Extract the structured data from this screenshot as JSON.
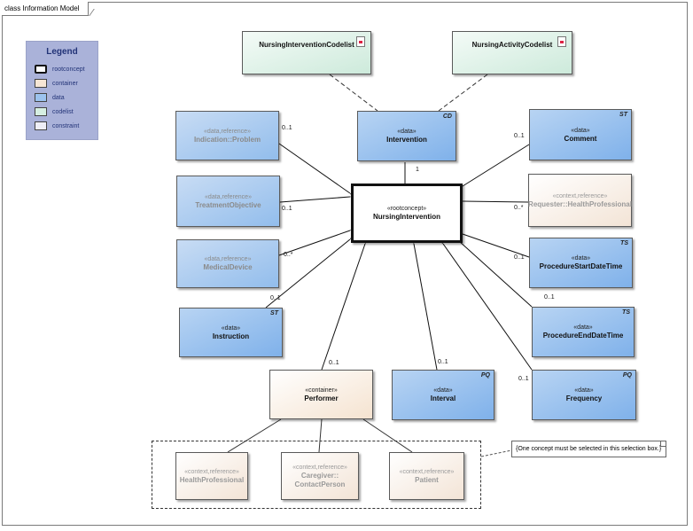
{
  "frame_title": "class Information Model",
  "legend": {
    "title": "Legend",
    "items": [
      {
        "label": "rootconcept",
        "color": "#ffffff"
      },
      {
        "label": "container",
        "color": "#f7e6d5"
      },
      {
        "label": "data",
        "color": "#9cc3ee"
      },
      {
        "label": "codelist",
        "color": "#d6efe2"
      },
      {
        "label": "constraint",
        "color": "#eeeef6"
      }
    ]
  },
  "nodes": {
    "intervention_codelist": {
      "name": "NursingInterventionCodelist"
    },
    "activity_codelist": {
      "name": "NursingActivityCodelist"
    },
    "intervention": {
      "stereotype": "«data»",
      "name": "Intervention",
      "type": "CD"
    },
    "indication": {
      "stereotype": "«data,reference»",
      "name": "Indication::Problem"
    },
    "comment": {
      "stereotype": "«data»",
      "name": "Comment",
      "type": "ST"
    },
    "treatment_objective": {
      "stereotype": "«data,reference»",
      "name": "TreatmentObjective"
    },
    "root": {
      "stereotype": "«rootconcept»",
      "name": "NursingIntervention"
    },
    "requester": {
      "stereotype": "«context,reference»",
      "name": "Requester::HealthProfessional"
    },
    "medical_device": {
      "stereotype": "«data,reference»",
      "name": "MedicalDevice"
    },
    "procedure_start": {
      "stereotype": "«data»",
      "name": "ProcedureStartDateTime",
      "type": "TS"
    },
    "instruction": {
      "stereotype": "«data»",
      "name": "Instruction",
      "type": "ST"
    },
    "procedure_end": {
      "stereotype": "«data»",
      "name": "ProcedureEndDateTime",
      "type": "TS"
    },
    "performer": {
      "stereotype": "«container»",
      "name": "Performer"
    },
    "interval": {
      "stereotype": "«data»",
      "name": "Interval",
      "type": "PQ"
    },
    "frequency": {
      "stereotype": "«data»",
      "name": "Frequency",
      "type": "PQ"
    },
    "health_professional": {
      "stereotype": "«context,reference»",
      "name": "HealthProfessional"
    },
    "caregiver": {
      "stereotype": "«context,reference»",
      "name_line1": "Caregiver::",
      "name_line2": "ContactPerson"
    },
    "patient": {
      "stereotype": "«context,reference»",
      "name": "Patient"
    }
  },
  "multiplicities": {
    "intervention": "1",
    "indication": "0..1",
    "comment": "0..1",
    "treatment_objective": "0..1",
    "requester": "0..*",
    "medical_device": "0..*",
    "procedure_start": "0..1",
    "instruction": "0..1",
    "procedure_end": "0..1",
    "performer": "0..1",
    "interval": "0..1",
    "frequency": "0..1"
  },
  "note": "{One concept must be selected in this selection box.}"
}
